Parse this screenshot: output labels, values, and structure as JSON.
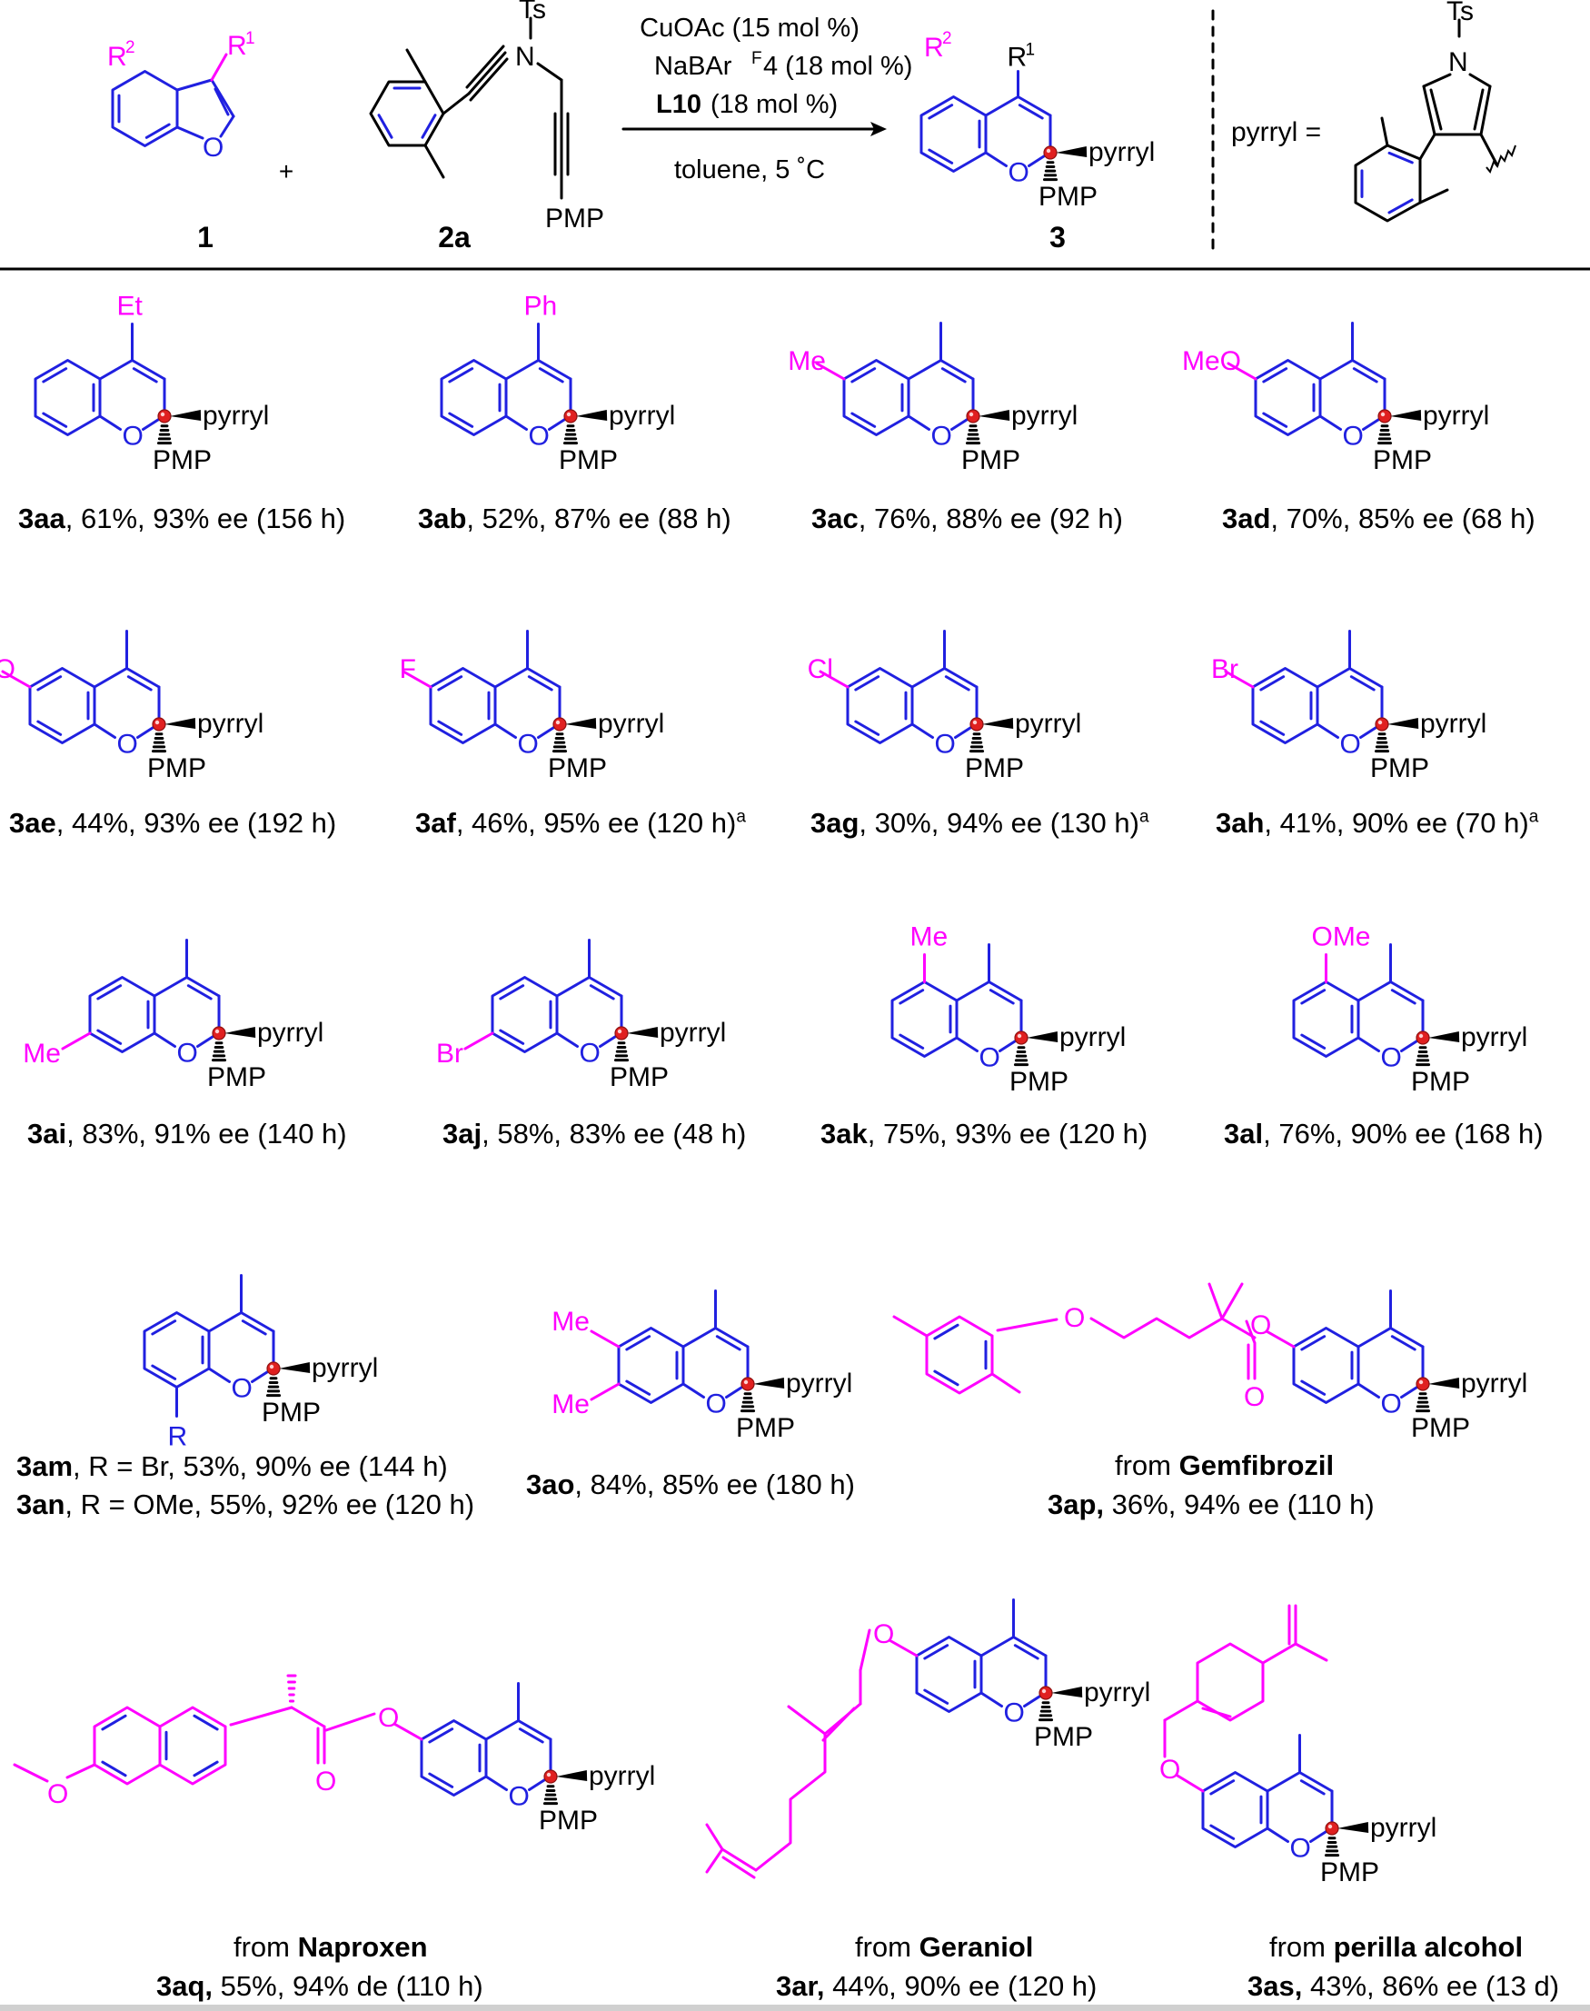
{
  "colors": {
    "scaffold": "#2020e0",
    "substituent": "#ff00ff",
    "text": "#000000",
    "stereocenter": "#e02020"
  },
  "scheme": {
    "reactant1_label": "1",
    "reactant1_substituents": [
      "R2",
      "R1"
    ],
    "ring_oxygen": "O",
    "plus": "+",
    "reactant2_label": "2a",
    "reactant2_ts": "Ts",
    "reactant2_n": "N",
    "reactant2_pmp": "PMP",
    "conditions": [
      "CuOAc (15 mol %)",
      "NaBArF4 (18 mol %)",
      "L10 (18 mol %)",
      "toluene, 5 ˚C"
    ],
    "product_label": "3",
    "product_substituents": [
      "R2",
      "R1"
    ],
    "pyrryl_definition": "pyrryl =",
    "pyrryl_ts": "Ts",
    "pyrryl_n": "N"
  },
  "products": [
    {
      "id": "3aa",
      "yield": "61%",
      "ee": "93% ee",
      "time": "(156 h)",
      "subst": "Et"
    },
    {
      "id": "3ab",
      "yield": "52%",
      "ee": "87% ee",
      "time": "(88 h)",
      "subst": "Ph"
    },
    {
      "id": "3ac",
      "yield": "76%",
      "ee": "88% ee",
      "time": "(92 h)",
      "subst": "Me"
    },
    {
      "id": "3ad",
      "yield": "70%",
      "ee": "85% ee",
      "time": "(68 h)",
      "subst": "MeO"
    },
    {
      "id": "3ae",
      "yield": "44%",
      "ee": "93% ee",
      "time": "(192 h)",
      "subst": "HO"
    },
    {
      "id": "3af",
      "yield": "46%",
      "ee": "95% ee",
      "time": "(120 h)",
      "note": "a",
      "subst": "F"
    },
    {
      "id": "3ag",
      "yield": "30%",
      "ee": "94% ee",
      "time": "(130 h)",
      "note": "a",
      "subst": "Cl"
    },
    {
      "id": "3ah",
      "yield": "41%",
      "ee": "90% ee",
      "time": "(70 h)",
      "note": "a",
      "subst": "Br"
    },
    {
      "id": "3ai",
      "yield": "83%",
      "ee": "91% ee",
      "time": "(140 h)",
      "subst": "Me"
    },
    {
      "id": "3aj",
      "yield": "58%",
      "ee": "83% ee",
      "time": "(48 h)",
      "subst": "Br"
    },
    {
      "id": "3ak",
      "yield": "75%",
      "ee": "93% ee",
      "time": "(120 h)",
      "subst": "Me"
    },
    {
      "id": "3al",
      "yield": "76%",
      "ee": "90% ee",
      "time": "(168 h)",
      "subst": "OMe"
    },
    {
      "id": "3am",
      "text": "R = Br, 53%, 90% ee (144 h)"
    },
    {
      "id": "3an",
      "text": "R = OMe, 55%, 92% ee (120 h)"
    },
    {
      "id": "3ao",
      "yield": "84%",
      "ee": "85% ee",
      "time": "(180 h)",
      "subst": "Me"
    },
    {
      "id": "3ap",
      "yield": "36%",
      "ee": "94% ee",
      "time": "(110 h)",
      "source": "Gemfibrozil"
    },
    {
      "id": "3aq",
      "yield": "55%",
      "ee": "94% de",
      "time": "(110 h)",
      "source": "Naproxen"
    },
    {
      "id": "3ar",
      "yield": "44%",
      "ee": "90% ee",
      "time": "(120 h)",
      "source": "Geraniol"
    },
    {
      "id": "3as",
      "yield": "43%",
      "ee": "86% ee",
      "time": "(13 d)",
      "source": "perilla alcohol"
    }
  ],
  "common": {
    "pyrryl": "pyrryl",
    "pmp": "PMP",
    "o": "O",
    "from": "from",
    "r": "R"
  }
}
